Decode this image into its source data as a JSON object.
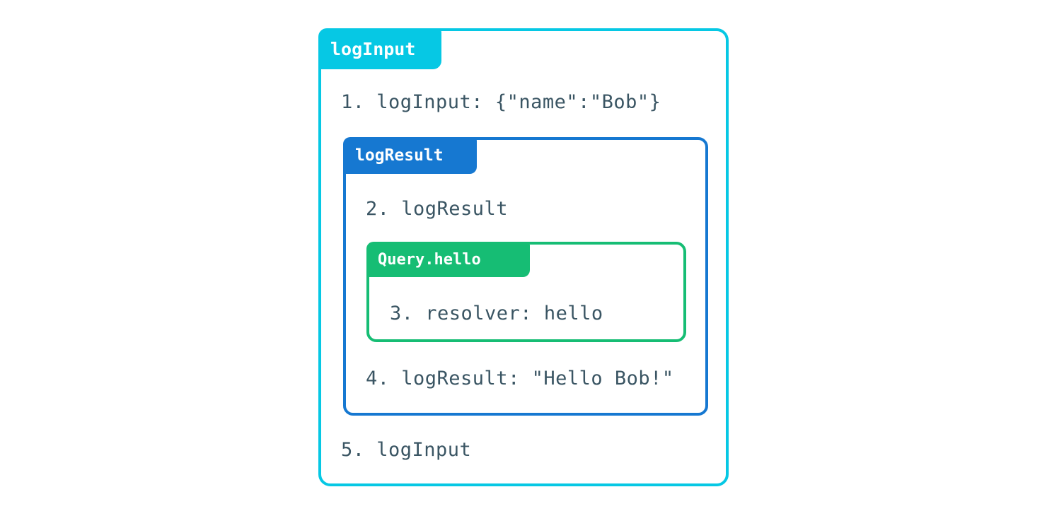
{
  "diagram": {
    "title": "logInput",
    "outer_box": {
      "tab_label": "logInput",
      "color": "#06c8e4",
      "lines": [
        {
          "id": "line-1",
          "text": "1. logInput: {\"name\":\"Bob\"}"
        },
        {
          "id": "line-5",
          "text": "5. logInput"
        }
      ]
    },
    "middle_box": {
      "tab_label": "logResult",
      "color": "#1678d1",
      "lines": [
        {
          "id": "line-2",
          "text": "2. logResult"
        },
        {
          "id": "line-4",
          "text": "4. logResult: \"Hello Bob!\""
        }
      ]
    },
    "inner_box": {
      "tab_label": "Query.hello",
      "color": "#16bd74",
      "lines": [
        {
          "id": "line-3",
          "text": "3. resolver: hello"
        }
      ]
    },
    "text_color": "#3a5563",
    "background_color": "#ffffff"
  }
}
